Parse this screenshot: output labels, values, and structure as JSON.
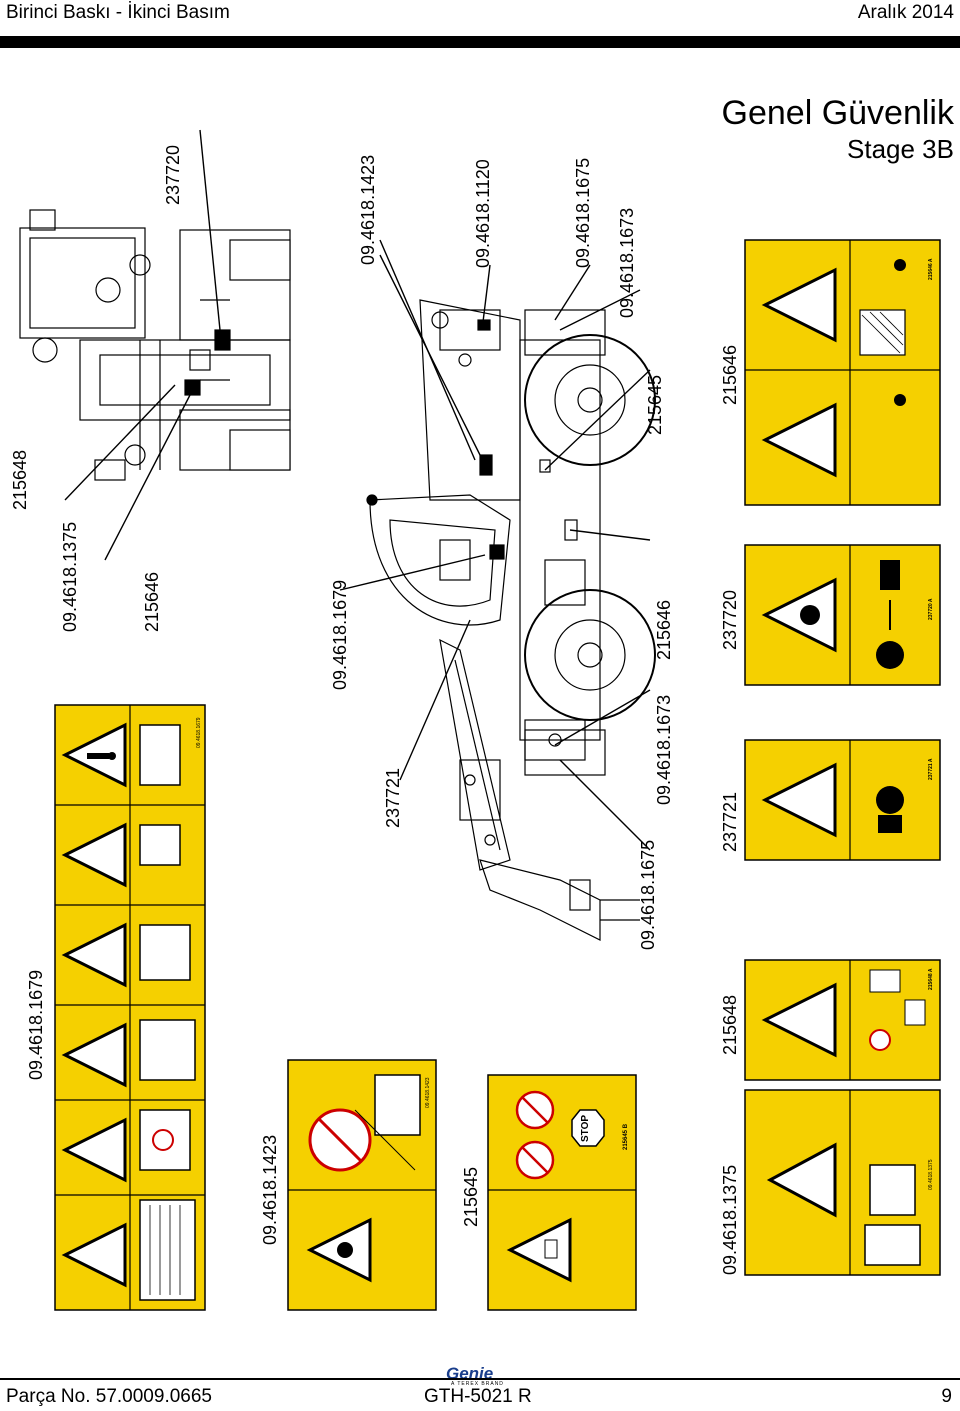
{
  "header": {
    "left": "Birinci Baskı - İkinci Basım",
    "right": "Aralık 2014"
  },
  "section": {
    "title": "Genel Güvenlik",
    "subtitle": "Stage 3B"
  },
  "footer": {
    "part_no": "Parça No. 57.0009.0665",
    "model": "GTH-5021 R",
    "page": "9",
    "logo": "Genie",
    "logo_sub": "A TEREX BRAND"
  },
  "callouts": {
    "c_215648_top": "215648",
    "c_1375_top": "09.4618.1375",
    "c_215646_top": "215646",
    "c_237720_top": "237720",
    "c_1423_right": "09.4618.1423",
    "c_1120": "09.4618.1120",
    "c_1675_right": "09.4618.1675",
    "c_1673_right": "09.4618.1673",
    "c_215645_mid": "215645",
    "c_1679_mid": "09.4618.1679",
    "c_237721_mid": "237721",
    "c_215646_mid": "215646",
    "c_1673_mid": "09.4618.1673",
    "c_1675_mid": "09.4618.1675"
  },
  "decal_labels": {
    "d_1679": "09.4618.1679",
    "d_1423": "09.4618.1423",
    "d_215645": "215645",
    "d_1375": "09.4618.1375",
    "d_215648": "215648",
    "d_237721": "237721",
    "d_237720": "237720",
    "d_215646": "215646"
  },
  "decal_codes": {
    "code_1679": "09.4618.1679",
    "code_1423": "09.4618.1423",
    "code_215645": "215645 B",
    "code_1375": "09.4618.1375",
    "code_215648": "215648 A",
    "code_237721": "237721 A",
    "code_237720": "237720 A",
    "code_215646": "215646 A",
    "stop_text": "STOP"
  },
  "colors": {
    "decal_yellow": "#f5d000",
    "ink": "#000000",
    "logo_blue": "#1a3e8c"
  }
}
